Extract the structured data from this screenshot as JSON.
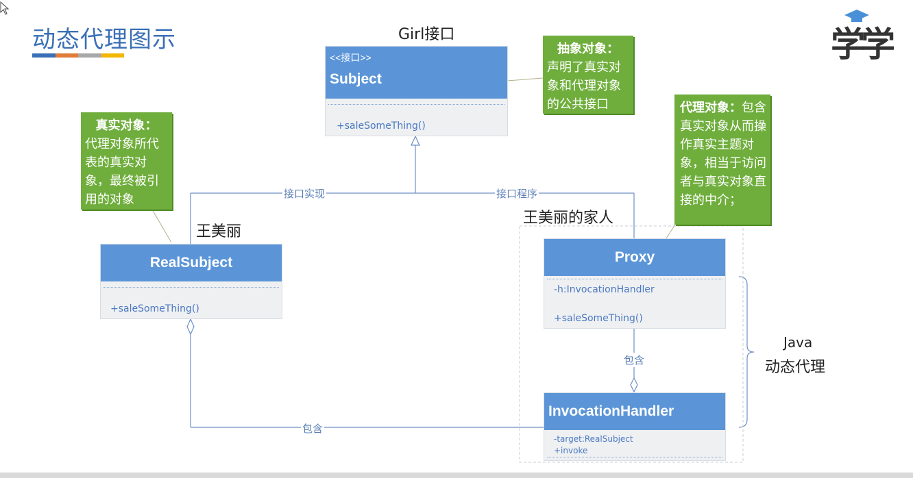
{
  "title": "动态代理图示",
  "title_bar_colors": [
    "#3a6fb5",
    "#e07b39",
    "#a8a8a8",
    "#f2b705"
  ],
  "logo_text": "学学",
  "girl_label": "Girl接口",
  "subject": {
    "stereotype": "<<接口>>",
    "name": "Subject",
    "method": "+saleSomeThing()"
  },
  "real_subject": {
    "name": "RealSubject",
    "method": "+saleSomeThing()"
  },
  "proxy": {
    "name": "Proxy",
    "field": "-h:InvocationHandler",
    "method": "+saleSomeThing()"
  },
  "handler": {
    "name": "InvocationHandler",
    "field": "-target:RealSubject",
    "method": "+invoke"
  },
  "notes": {
    "abstract": {
      "title": "抽象对象：",
      "body": "声明了真实对象和代理对象的公共接口"
    },
    "real": {
      "title": "真实对象：",
      "body": "代理对象所代表的真实对象，最终被引用的对象"
    },
    "proxy": {
      "title": "代理对象：",
      "body": "包含真实对象从而操作真实主题对象，相当于访问者与真实对象直接的中介；"
    }
  },
  "labels": {
    "impl": "接口实现",
    "proc": "接口程序",
    "contains_proxy": "包含",
    "contains_real": "包含",
    "wangmeili": "王美丽",
    "family": "王美丽的家人",
    "java": "Java",
    "dynamic": "动态代理"
  }
}
